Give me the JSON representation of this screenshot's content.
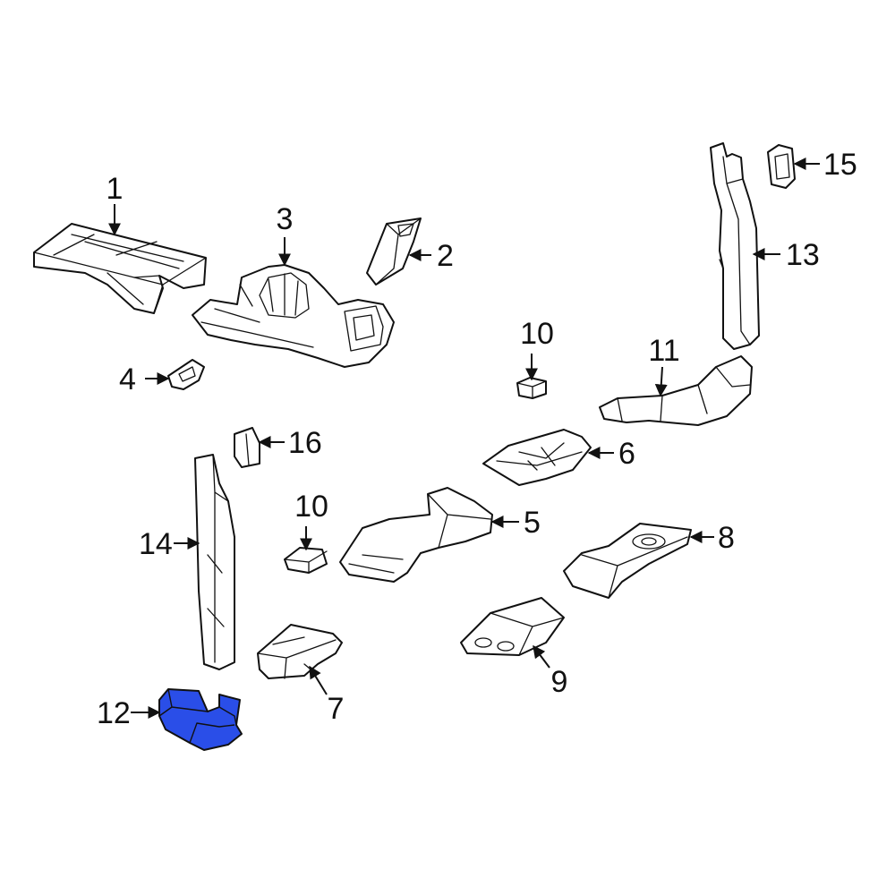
{
  "diagram": {
    "highlight_color": "#2a4ee8",
    "callouts": [
      {
        "id": "c1",
        "label": "1"
      },
      {
        "id": "c2",
        "label": "2"
      },
      {
        "id": "c3",
        "label": "3"
      },
      {
        "id": "c4",
        "label": "4"
      },
      {
        "id": "c5",
        "label": "5"
      },
      {
        "id": "c6",
        "label": "6"
      },
      {
        "id": "c7",
        "label": "7"
      },
      {
        "id": "c8",
        "label": "8"
      },
      {
        "id": "c9",
        "label": "9"
      },
      {
        "id": "c10a",
        "label": "10"
      },
      {
        "id": "c10b",
        "label": "10"
      },
      {
        "id": "c11",
        "label": "11"
      },
      {
        "id": "c12",
        "label": "12"
      },
      {
        "id": "c13",
        "label": "13"
      },
      {
        "id": "c14",
        "label": "14"
      },
      {
        "id": "c15",
        "label": "15"
      },
      {
        "id": "c16",
        "label": "16"
      }
    ]
  }
}
